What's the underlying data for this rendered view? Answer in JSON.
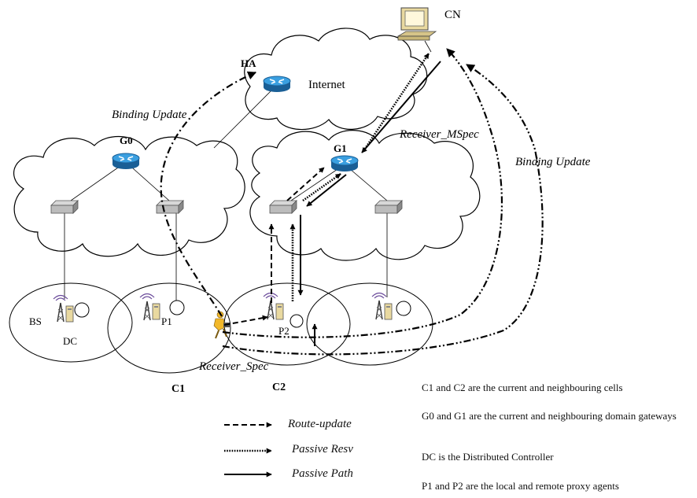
{
  "labels": {
    "cn": "CN",
    "ha": "HA",
    "internet": "Internet",
    "g0": "G0",
    "g1": "G1",
    "bs": "BS",
    "dc": "DC",
    "p1": "P1",
    "p2": "P2",
    "c1": "C1",
    "c2": "C2",
    "binding_update_left": "Binding Update",
    "binding_update_right": "Binding Update",
    "receiver_mspec": "Receiver_MSpec",
    "receiver_spec": "Receiver_Spec"
  },
  "legend": [
    {
      "label": "Route-update",
      "style": "dashed"
    },
    {
      "label": "Passive Resv",
      "style": "dotted"
    },
    {
      "label": "Passive Path",
      "style": "solid"
    }
  ],
  "notes": [
    "C1 and C2 are the current and neighbouring cells",
    "G0 and G1 are the current and neighbouring domain gateways",
    "DC is the Distributed Controller",
    "P1 and P2 are the local and remote proxy agents"
  ],
  "colors": {
    "router_blue": "#2f8fd0",
    "router_ring": "#1a5f96",
    "computer_beige": "#e9d9a0",
    "antenna_purple": "#6a4a9a",
    "runner_yellow": "#f2b82a"
  }
}
